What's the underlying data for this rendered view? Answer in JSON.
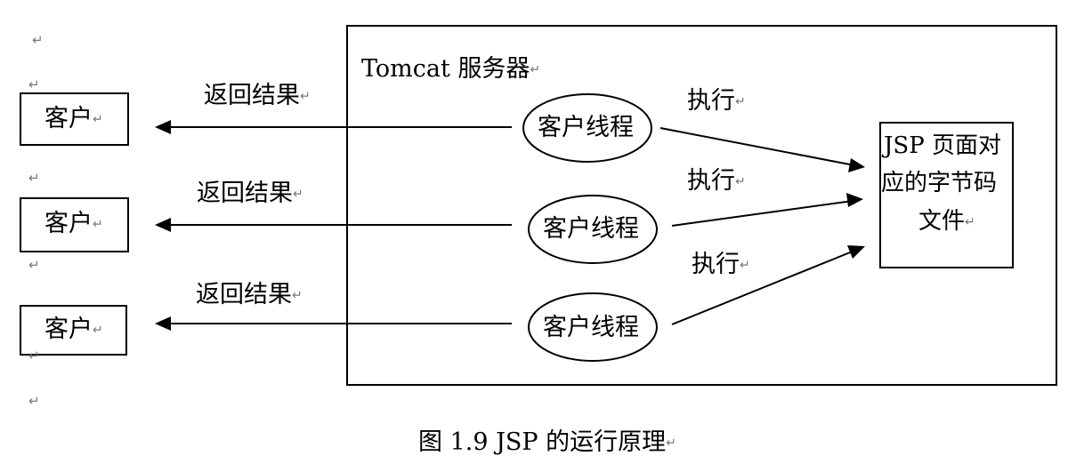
{
  "server": {
    "title": "Tomcat 服务器"
  },
  "clients": [
    {
      "label": "客户"
    },
    {
      "label": "客户"
    },
    {
      "label": "客户"
    }
  ],
  "threads": [
    {
      "label": "客户线程"
    },
    {
      "label": "客户线程"
    },
    {
      "label": "客户线程"
    }
  ],
  "returns": [
    {
      "label": "返回结果"
    },
    {
      "label": "返回结果"
    },
    {
      "label": "返回结果"
    }
  ],
  "executes": [
    {
      "label": "执行"
    },
    {
      "label": "执行"
    },
    {
      "label": "执行"
    }
  ],
  "bytecode": {
    "line1": "JSP 页面对",
    "line2": "应的字节码",
    "line3": "文件"
  },
  "caption": {
    "text": "图 1.9 JSP 的运行原理"
  },
  "paragraph_mark": "↵"
}
